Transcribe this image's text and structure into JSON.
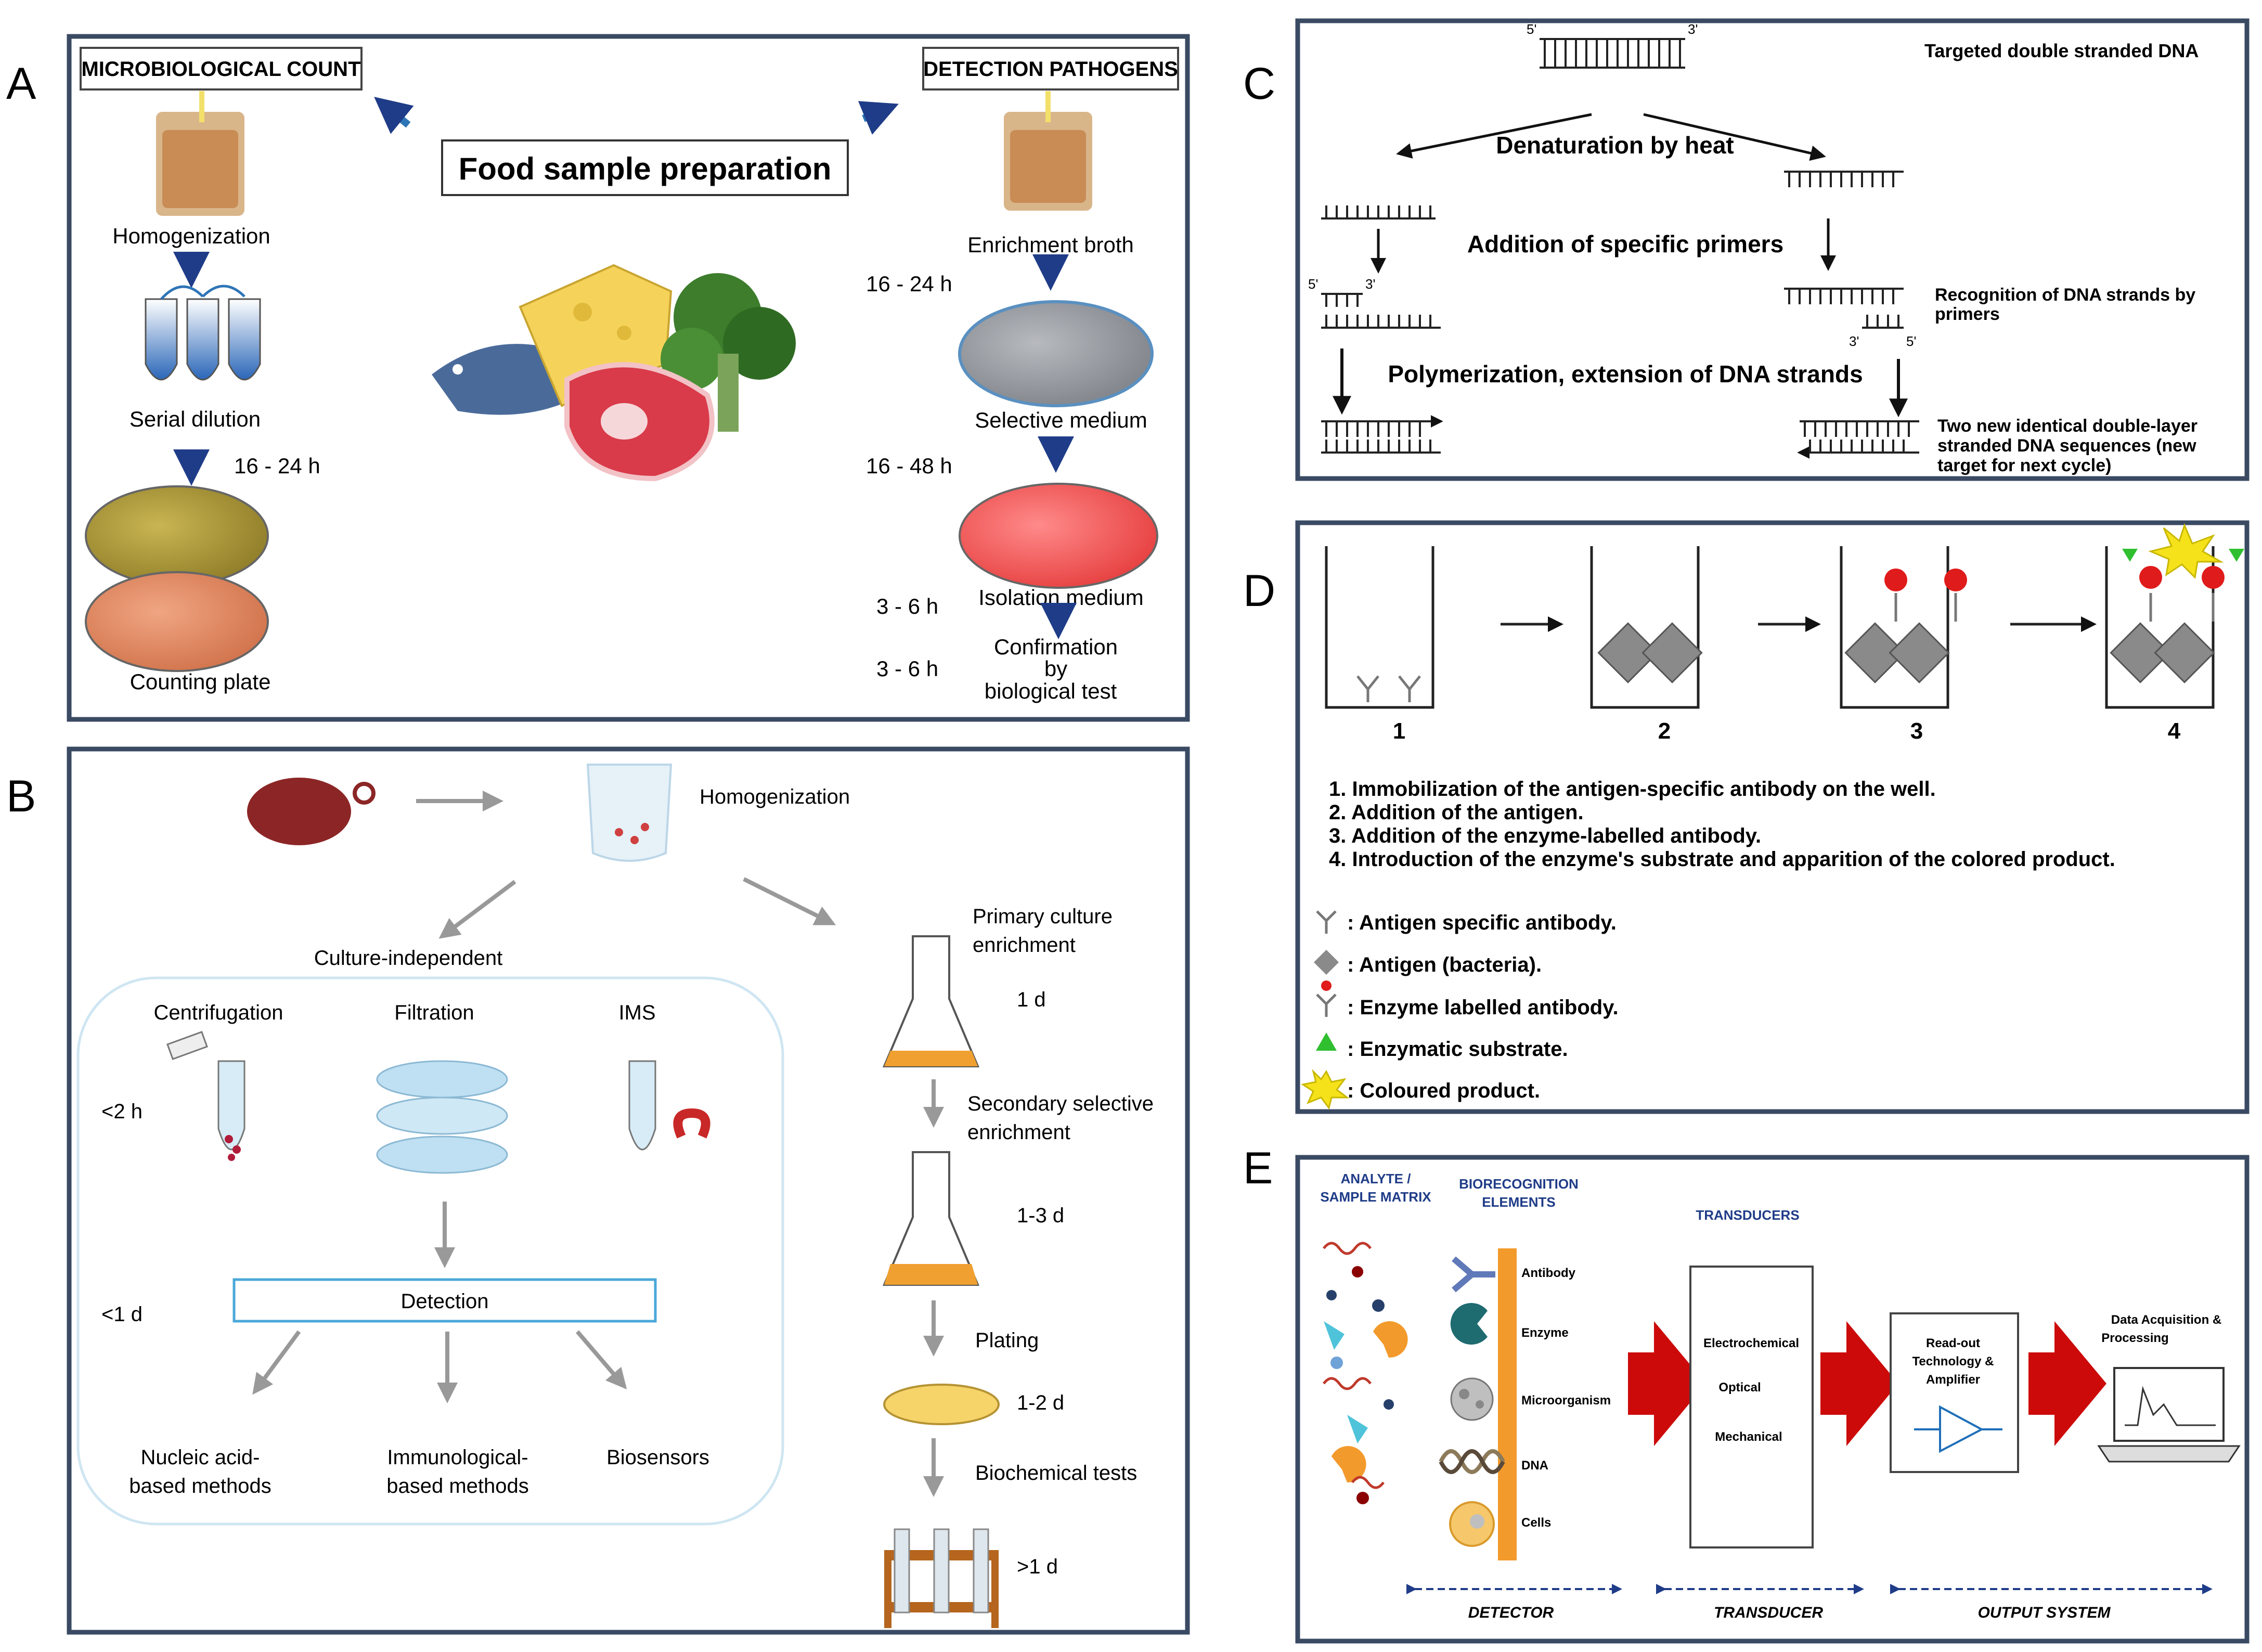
{
  "panel_letters": {
    "a": "A",
    "b": "B",
    "c": "C",
    "d": "D",
    "e": "E"
  },
  "panel_a": {
    "left_header": "MICROBIOLOGICAL COUNT",
    "right_header": "DETECTION PATHOGENS",
    "center_title": "Food sample preparation",
    "left_steps": {
      "homogenization": "Homogenization",
      "serial_dilution": "Serial dilution",
      "time": "16 - 24 h",
      "counting_plate": "Counting plate"
    },
    "right_steps": {
      "enrichment": "Enrichment broth",
      "t1": "16 - 24 h",
      "selective": "Selective medium",
      "t2": "16 - 48 h",
      "isolation": "Isolation medium",
      "t3": "3 - 6 h",
      "confirm_1": "Confirmation",
      "confirm_2": "by",
      "confirm_3": "biological test",
      "t4": "3 - 6 h"
    },
    "colors": {
      "border": "#3a4a63",
      "arrow": "#2e75b6",
      "plate_red": "#e53b3b",
      "plate_olive": "#9c8a2e",
      "plate_salmon": "#d9825b",
      "plate_grey": "#8c8f94"
    }
  },
  "panel_b": {
    "homogenization": "Homogenization",
    "culture_independent": "Culture-independent",
    "centrifugation": "Centrifugation",
    "filtration": "Filtration",
    "ims": "IMS",
    "t_lt2h": "<2 h",
    "t_lt1d": "<1 d",
    "detection": "Detection",
    "nucleic_1": "Nucleic acid-",
    "nucleic_2": "based methods",
    "immuno_1": "Immunological-",
    "immuno_2": "based methods",
    "biosensors": "Biosensors",
    "primary_1": "Primary culture",
    "primary_2": "enrichment",
    "t_1d": "1 d",
    "secondary_1": "Secondary selective",
    "secondary_2": "enrichment",
    "t_13d": "1-3 d",
    "plating": "Plating",
    "t_12d": "1-2 d",
    "biochem": "Biochemical tests",
    "t_gt1d": ">1 d",
    "colors": {
      "flask_liquid": "#f0a030",
      "box": "#4aa8d8",
      "arrow": "#999999"
    }
  },
  "panel_c": {
    "target": "Targeted double stranded DNA",
    "denaturation": "Denaturation by heat",
    "primers": "Addition of specific primers",
    "recognition_1": "Recognition of DNA strands by",
    "recognition_2": "primers",
    "polymerization": "Polymerization, extension of DNA strands",
    "new_1": "Two new identical double-layer",
    "new_2": "stranded DNA sequences (new",
    "new_3": "target for next cycle)",
    "ends": {
      "five": "5'",
      "three": "3'"
    }
  },
  "panel_d": {
    "well_labels": [
      "1",
      "2",
      "3",
      "4"
    ],
    "steps": [
      "1. Immobilization of the antigen-specific antibody on the well.",
      "2. Addition of the antigen.",
      "3. Addition of the enzyme-labelled antibody.",
      "4. Introduction of the enzyme's substrate and apparition of the colored product."
    ],
    "legend": [
      ": Antigen specific antibody.",
      ": Antigen (bacteria).",
      ": Enzyme labelled antibody.",
      ": Enzymatic substrate.",
      ": Coloured product."
    ],
    "colors": {
      "antigen": "#8a8a8a",
      "enzyme": "#e01b1b",
      "substrate": "#2fbf2f",
      "product": "#f5e21b"
    }
  },
  "panel_e": {
    "analyte_1": "ANALYTE /",
    "analyte_2": "SAMPLE MATRIX",
    "bio_1": "BIORECOGNITION",
    "bio_2": "ELEMENTS",
    "transducers": "TRANSDUCERS",
    "elements": [
      "Antibody",
      "Enzyme",
      "Microorganism",
      "DNA",
      "Cells"
    ],
    "transducer_types": [
      "Electrochemical",
      "Optical",
      "Mechanical"
    ],
    "readout_1": "Read-out",
    "readout_2": "Technology &",
    "readout_3": "Amplifier",
    "data_1": "Data Acquisition &",
    "data_2": "Processing",
    "detector": "DETECTOR",
    "transducer": "TRANSDUCER",
    "output": "OUTPUT SYSTEM",
    "colors": {
      "header": "#1f3c88",
      "chevron": "#cc0a0a",
      "bar": "#f39a2c"
    }
  }
}
